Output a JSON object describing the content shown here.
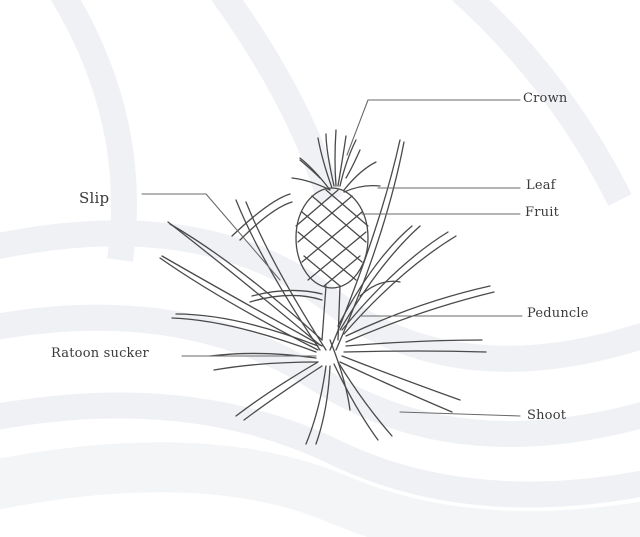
{
  "diagram": {
    "labels": {
      "crown": "Crown",
      "leaf": "Leaf",
      "fruit": "Fruit",
      "slip": "Slip",
      "peduncle": "Peduncle",
      "ratoon_sucker": "Ratoon sucker",
      "shoot": "Shoot"
    }
  },
  "colors": {
    "background": "#ffffff",
    "watermark": "#eef0f3",
    "ink": "#3a3a3a"
  }
}
